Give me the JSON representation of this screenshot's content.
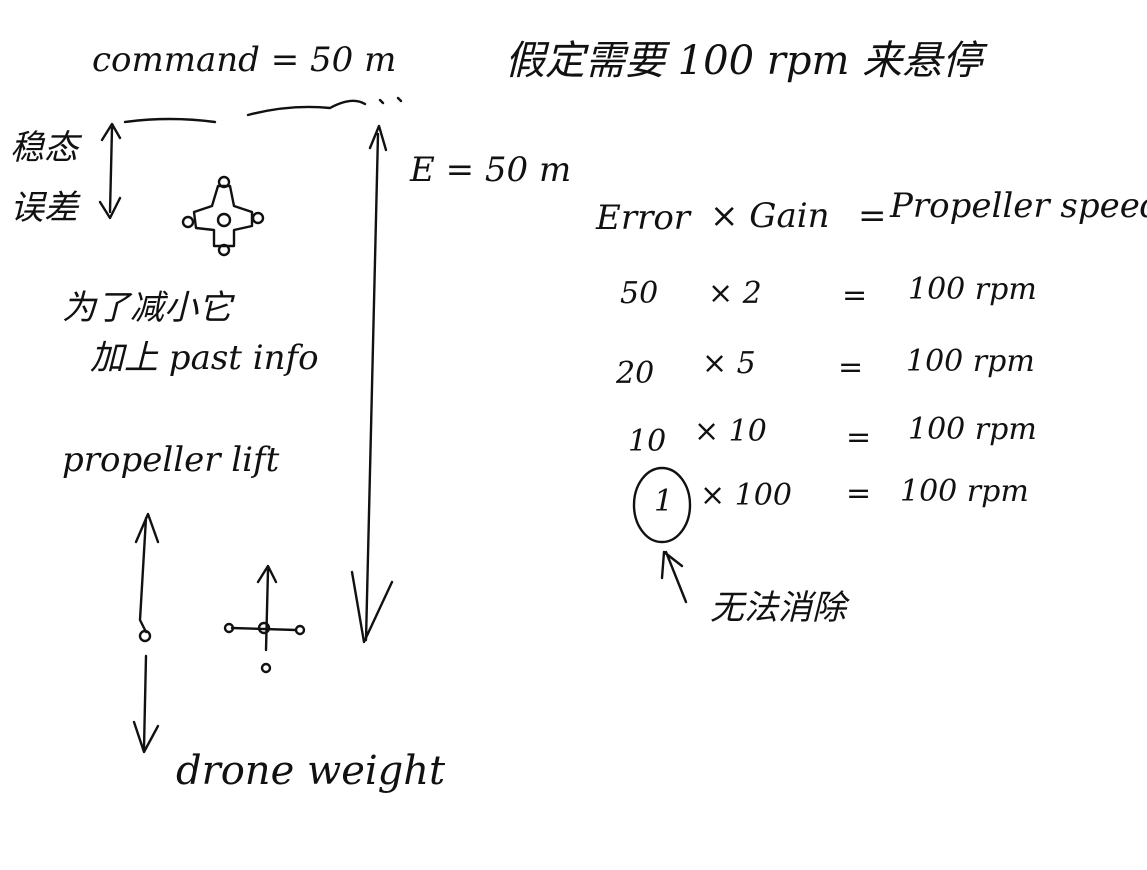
{
  "title_cn": "假定需要 100 rpm 来悬停",
  "command": "command = 50 m",
  "steady_error": [
    "稳态",
    "误差"
  ],
  "error_label": "E = 50 m",
  "reduce_note": [
    "为了减小它",
    "加上 past info"
  ],
  "propeller_lift": "propeller lift",
  "drone_weight": "drone weight",
  "table": {
    "header": [
      "Error",
      "× Gain",
      "=",
      "Propeller speed"
    ],
    "rows": [
      {
        "error": "50",
        "gain": "× 2",
        "eq": "=",
        "speed": "100 rpm"
      },
      {
        "error": "20",
        "gain": "× 5",
        "eq": "=",
        "speed": "100 rpm"
      },
      {
        "error": "10",
        "gain": "× 10",
        "eq": "=",
        "speed": "100 rpm"
      },
      {
        "error": "1",
        "gain": "× 100",
        "eq": "=",
        "speed": "100 rpm"
      }
    ]
  },
  "cannot_eliminate": "无法消除"
}
